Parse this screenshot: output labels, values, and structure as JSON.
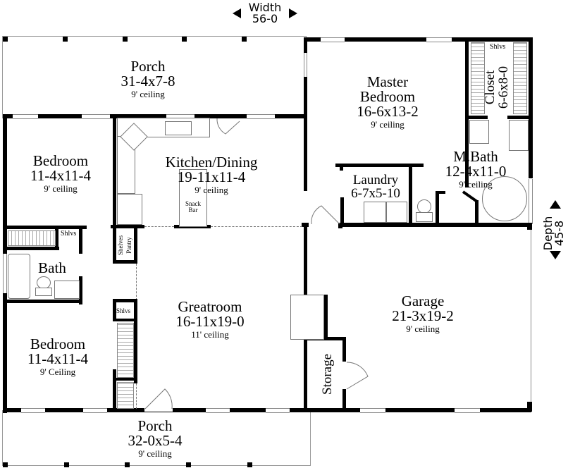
{
  "dimensions": {
    "width_label": "Width",
    "width_value": "56-0",
    "depth_label": "Depth",
    "depth_value": "45-8"
  },
  "rooms": {
    "porch_rear": {
      "name": "Porch",
      "size": "31-4x7-8",
      "ceiling": "9' ceiling"
    },
    "master_bedroom": {
      "name_line1": "Master",
      "name_line2": "Bedroom",
      "size": "16-6x13-2",
      "ceiling": "9' ceiling"
    },
    "closet": {
      "name": "Closet",
      "size": "6-6x8-0",
      "shelves": "Shlvs"
    },
    "master_bath": {
      "name": "M.Bath",
      "size": "12-4x11-0",
      "ceiling": "9' ceiling"
    },
    "laundry": {
      "name": "Laundry",
      "size": "6-7x5-10"
    },
    "kitchen_dining": {
      "name": "Kitchen/Dining",
      "size": "19-11x11-4",
      "ceiling": "9' ceiling",
      "snack_bar_line1": "Snack",
      "snack_bar_line2": "Bar"
    },
    "bedroom_1": {
      "name": "Bedroom",
      "size": "11-4x11-4",
      "ceiling": "9' ceiling"
    },
    "bath": {
      "name": "Bath",
      "shelves": "Shlvs"
    },
    "shelves_pantry": {
      "shelves": "Shelves",
      "pantry": "Pantry"
    },
    "greatroom": {
      "name": "Greatroom",
      "size": "16-11x19-0",
      "ceiling": "11' ceiling",
      "shelves": "Shlvs"
    },
    "bedroom_2": {
      "name": "Bedroom",
      "size": "11-4x11-4",
      "ceiling": "9' Ceiling"
    },
    "garage": {
      "name": "Garage",
      "size": "21-3x19-2",
      "ceiling": "9' ceiling"
    },
    "storage": {
      "name": "Storage"
    },
    "porch_front": {
      "name": "Porch",
      "size": "32-0x5-4",
      "ceiling": "9' ceiling"
    }
  },
  "colors": {
    "wall": "#000000",
    "fixture": "#777777",
    "background": "#ffffff"
  }
}
